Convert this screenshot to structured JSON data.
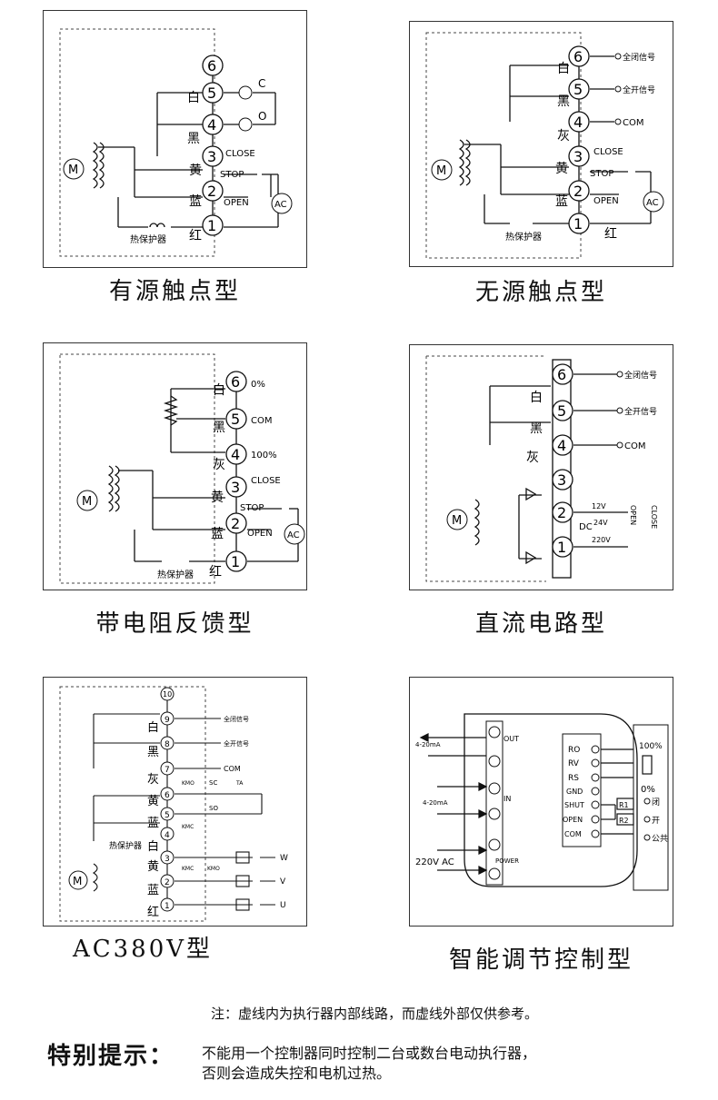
{
  "diagrams": [
    {
      "title": "有源触点型",
      "terminals": [
        "6",
        "5",
        "4",
        "3",
        "2",
        "1"
      ],
      "wire_colors": [
        "白",
        "黑",
        "黄",
        "蓝",
        "红"
      ],
      "labels": {
        "c": "C",
        "o": "O",
        "close": "CLOSE",
        "stop": "STOP",
        "open": "OPEN",
        "ac": "AC",
        "motor": "M",
        "thermal": "热保护器"
      }
    },
    {
      "title": "无源触点型",
      "terminals": [
        "6",
        "5",
        "4",
        "3",
        "2",
        "1"
      ],
      "wire_colors": [
        "白",
        "黑",
        "灰",
        "黄",
        "蓝",
        "红"
      ],
      "labels": {
        "full_close": "全闭信号",
        "full_open": "全开信号",
        "com": "COM",
        "close": "CLOSE",
        "stop": "STOP",
        "open": "OPEN",
        "ac": "AC",
        "motor": "M",
        "thermal": "热保护器"
      }
    },
    {
      "title": "带电阻反馈型",
      "terminals": [
        "6",
        "5",
        "4",
        "3",
        "2",
        "1"
      ],
      "wire_colors": [
        "白",
        "黑",
        "灰",
        "黄",
        "蓝",
        "红"
      ],
      "labels": {
        "pct0": "0%",
        "com": "COM",
        "pct100": "100%",
        "close": "CLOSE",
        "stop": "STOP",
        "open": "OPEN",
        "ac": "AC",
        "motor": "M",
        "thermal": "热保护器"
      }
    },
    {
      "title": "直流电路型",
      "terminals": [
        "6",
        "5",
        "4",
        "3",
        "2",
        "1"
      ],
      "wire_colors": [
        "白",
        "黑",
        "灰"
      ],
      "labels": {
        "full_close": "全闭信号",
        "full_open": "全开信号",
        "com": "COM",
        "v12": "12V",
        "dc": "DC",
        "v24": "24V",
        "v220": "220V",
        "open_side": "OPEN",
        "close_side": "CLOSE",
        "motor": "M"
      }
    },
    {
      "title": "AC380V型",
      "terminals": [
        "10",
        "9",
        "8",
        "7",
        "6",
        "5",
        "4",
        "3",
        "2",
        "1"
      ],
      "wire_colors": [
        "白",
        "黑",
        "灰",
        "黄",
        "蓝",
        "白",
        "黄",
        "蓝",
        "红"
      ],
      "labels": {
        "full_close": "全闭信号",
        "full_open": "全开信号",
        "com": "COM",
        "kmo": "KMO",
        "kmc": "KMC",
        "sc": "SC",
        "so": "SO",
        "ta": "TA",
        "w": "W",
        "v": "V",
        "u": "U",
        "motor": "M",
        "thermal": "热保护器"
      }
    },
    {
      "title": "智能调节控制型",
      "left_terminals": [
        "OUT",
        "IN",
        "POWER"
      ],
      "signal_labels": [
        "4-20mA",
        "4-20mA",
        "220V AC"
      ],
      "right_terminals": [
        "RO",
        "RV",
        "RS",
        "GND",
        "SHUT",
        "OPEN",
        "COM"
      ],
      "external": {
        "p100": "100%",
        "p0": "0%",
        "r1": "R1",
        "r2": "R2",
        "close": "闭",
        "open": "开",
        "common": "公共"
      }
    }
  ],
  "note": "注：虚线内为执行器内部线路，而虚线外部仅供参考。",
  "tip": {
    "label": "特别提示：",
    "line1": "不能用一个控制器同时控制二台或数台电动执行器，",
    "line2": "否则会造成失控和电机过热。"
  }
}
